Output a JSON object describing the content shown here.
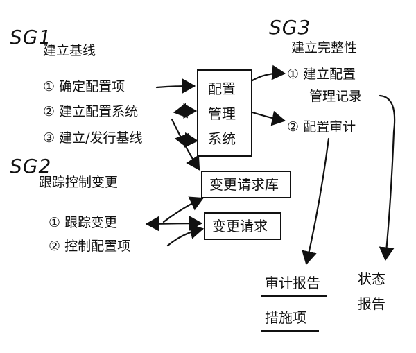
{
  "colors": {
    "ink": "#111111",
    "paper": "#ffffff"
  },
  "sg1": {
    "label": "SG1",
    "title": "建立基线",
    "items": [
      {
        "num": "①",
        "text": "确定配置项"
      },
      {
        "num": "②",
        "text": "建立配置系统"
      },
      {
        "num": "③",
        "text": "建立/发行基线"
      }
    ]
  },
  "sg2": {
    "label": "SG2",
    "title": "跟踪控制变更",
    "items": [
      {
        "num": "①",
        "text": "跟踪变更"
      },
      {
        "num": "②",
        "text": "控制配置项"
      }
    ]
  },
  "sg3": {
    "label": "SG3",
    "title": "建立完整性",
    "items": [
      {
        "num": "①",
        "line1": "建立配置",
        "line2": "管理记录"
      },
      {
        "num": "②",
        "text": "配置审计"
      }
    ]
  },
  "boxes": {
    "cms_lines": [
      "配置",
      "管理",
      "系统"
    ],
    "change_request_db": "变更请求库",
    "change_request": "变更请求"
  },
  "outputs": {
    "audit_report": "审计报告",
    "action_items": "措施项",
    "status_report_lines": [
      "状态",
      "报告"
    ]
  }
}
